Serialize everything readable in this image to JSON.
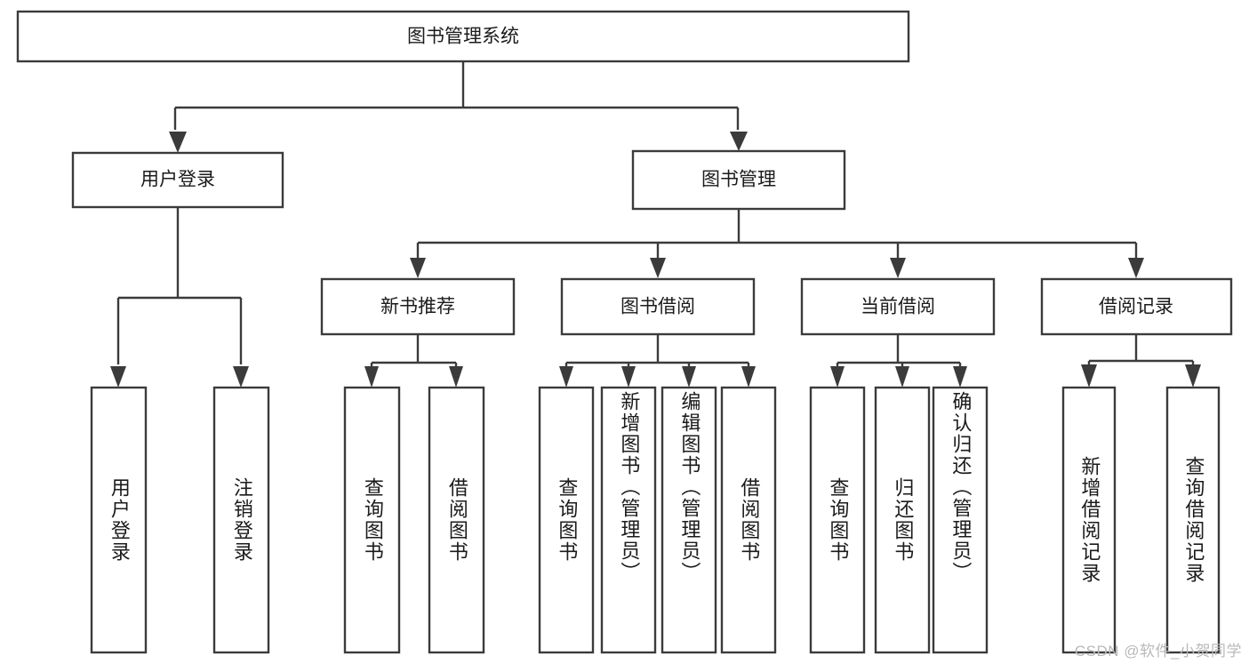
{
  "diagram": {
    "title": "图书管理系统",
    "type": "tree",
    "orientation": "top-down",
    "root": {
      "id": "root",
      "label": "图书管理系统",
      "text_direction": "horizontal"
    },
    "level2": [
      {
        "id": "user-login",
        "label": "用户登录",
        "text_direction": "horizontal"
      },
      {
        "id": "book-management",
        "label": "图书管理",
        "text_direction": "horizontal"
      }
    ],
    "level3": [
      {
        "id": "new-book-recommend",
        "label": "新书推荐",
        "parent": "book-management",
        "text_direction": "horizontal"
      },
      {
        "id": "book-borrow",
        "label": "图书借阅",
        "parent": "book-management",
        "text_direction": "horizontal"
      },
      {
        "id": "current-borrow",
        "label": "当前借阅",
        "parent": "book-management",
        "text_direction": "horizontal"
      },
      {
        "id": "borrow-record",
        "label": "借阅记录",
        "parent": "book-management",
        "text_direction": "horizontal"
      }
    ],
    "leaves": [
      {
        "id": "leaf-user-login",
        "label": "用户登录",
        "parent": "user-login",
        "text_direction": "vertical"
      },
      {
        "id": "leaf-user-logout",
        "label": "注销登录",
        "parent": "user-login",
        "text_direction": "vertical"
      },
      {
        "id": "leaf-query-book-1",
        "label": "查询图书",
        "parent": "new-book-recommend",
        "text_direction": "vertical"
      },
      {
        "id": "leaf-borrow-book-1",
        "label": "借阅图书",
        "parent": "new-book-recommend",
        "text_direction": "vertical"
      },
      {
        "id": "leaf-query-book-2",
        "label": "查询图书",
        "parent": "book-borrow",
        "text_direction": "vertical"
      },
      {
        "id": "leaf-add-book",
        "label": "新增图书（管理员）",
        "parent": "book-borrow",
        "text_direction": "vertical"
      },
      {
        "id": "leaf-edit-book",
        "label": "编辑图书（管理员）",
        "parent": "book-borrow",
        "text_direction": "vertical"
      },
      {
        "id": "leaf-borrow-book-2",
        "label": "借阅图书",
        "parent": "book-borrow",
        "text_direction": "vertical"
      },
      {
        "id": "leaf-query-book-3",
        "label": "查询图书",
        "parent": "current-borrow",
        "text_direction": "vertical"
      },
      {
        "id": "leaf-return-book",
        "label": "归还图书",
        "parent": "current-borrow",
        "text_direction": "vertical"
      },
      {
        "id": "leaf-confirm-return",
        "label": "确认归还（管理员）",
        "parent": "current-borrow",
        "text_direction": "vertical"
      },
      {
        "id": "leaf-add-record",
        "label": "新增借阅记录",
        "parent": "borrow-record",
        "text_direction": "vertical"
      },
      {
        "id": "leaf-query-record",
        "label": "查询借阅记录",
        "parent": "borrow-record",
        "text_direction": "vertical"
      }
    ],
    "colors": {
      "stroke": "#3b3b3b",
      "fill": "#ffffff",
      "text": "#1b1b1b",
      "watermark": "#b9b9b9",
      "background": "#ffffff"
    }
  },
  "watermark": {
    "text": "CSDN @软件_小贺同学"
  }
}
